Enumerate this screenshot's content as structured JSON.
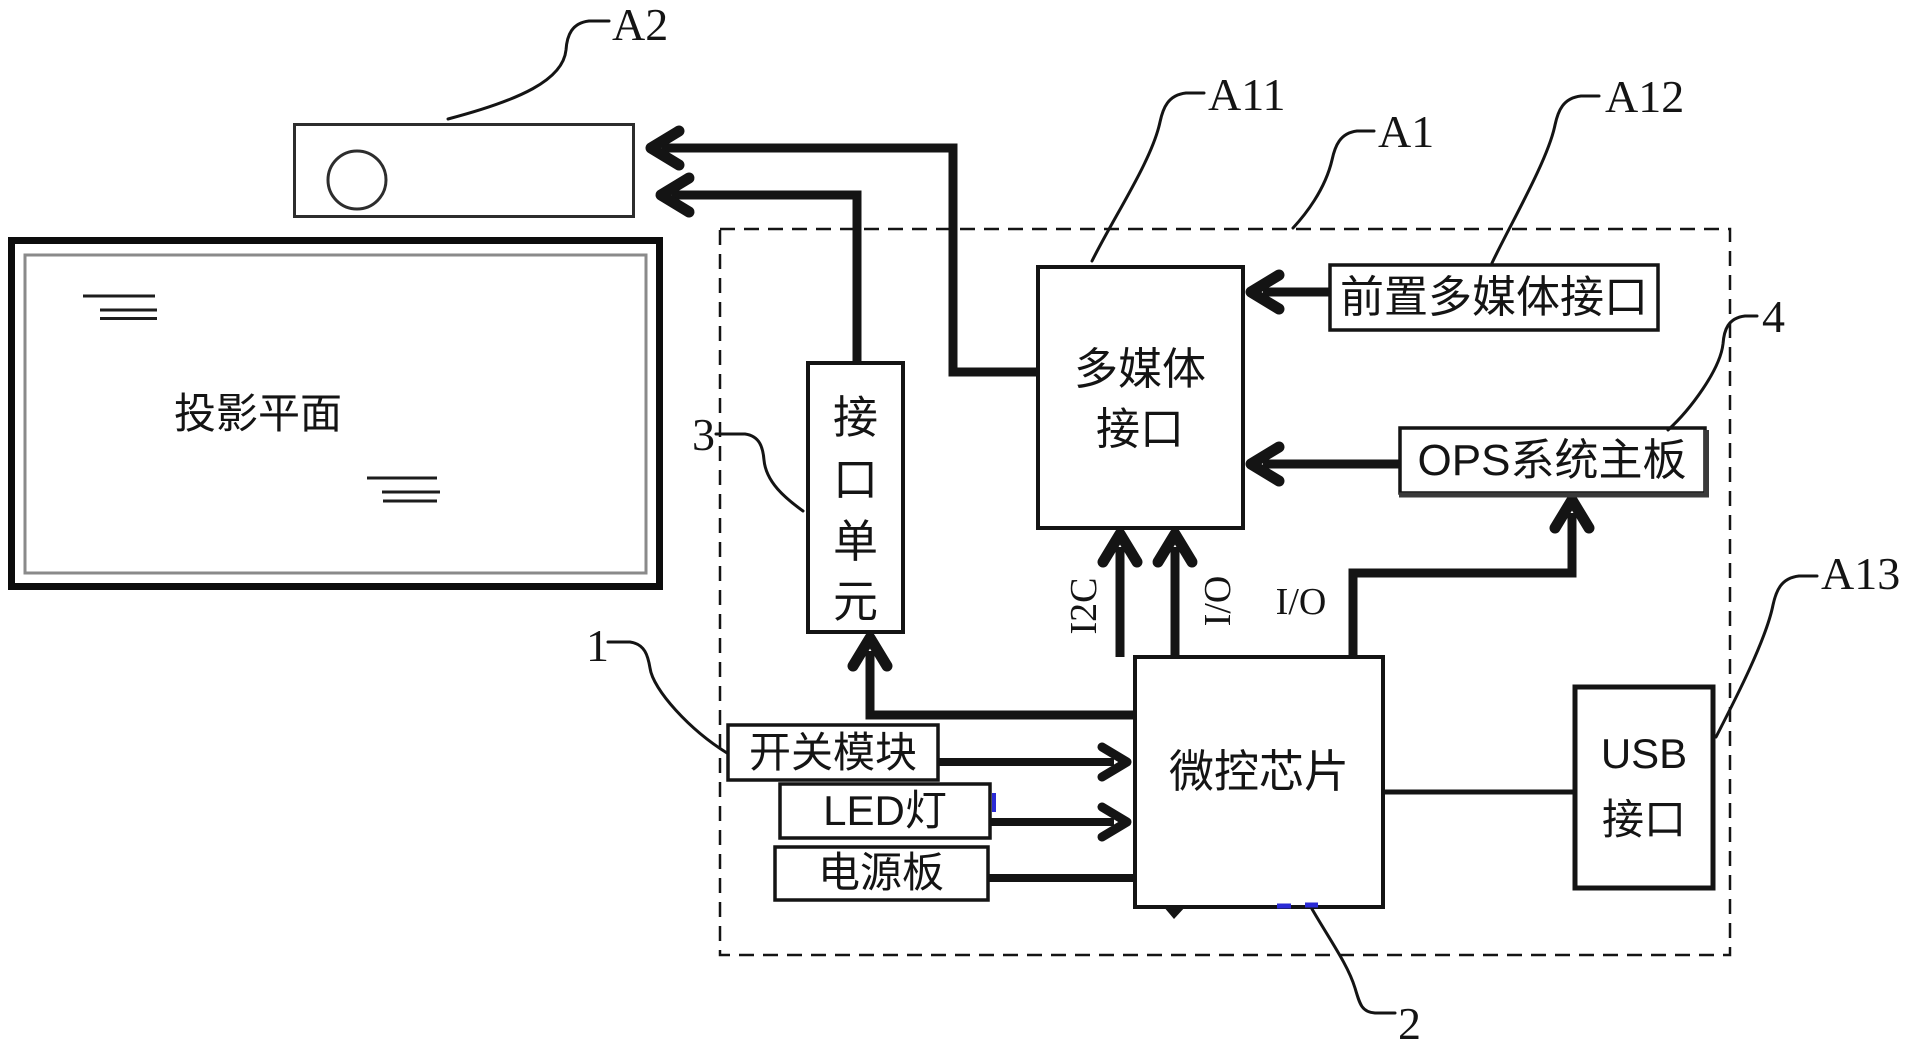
{
  "figure": {
    "colors": {
      "line": "#141414",
      "box_border": "#141414",
      "screen_inner": "#8a8a8a",
      "artifact_blue": "#2b2bd6",
      "box_fill": "#ffffff",
      "background": "#ffffff"
    },
    "screen": {
      "label": "投影平面"
    },
    "projector_ref": "A2",
    "group_ref": "1",
    "enclosure": {
      "ref": "A1"
    },
    "blocks": {
      "interface_unit": {
        "chars": [
          "接",
          "口",
          "单",
          "元"
        ],
        "ref": "3"
      },
      "multimedia_interface": {
        "line1": "多媒体",
        "line2": "接口",
        "ref": "A11"
      },
      "front_multimedia_interface": {
        "label": "前置多媒体接口",
        "ref": "A12"
      },
      "ops_board": {
        "label": "OPS系统主板",
        "ref": "4"
      },
      "mcu": {
        "label": "微控芯片",
        "ref": "2"
      },
      "switch_module": {
        "label": "开关模块"
      },
      "led_light": {
        "label": "LED灯"
      },
      "power_board": {
        "label": "电源板"
      },
      "usb_port": {
        "line1": "USB",
        "line2": "接口",
        "ref": "A13"
      }
    },
    "bus_labels": {
      "i2c": "I2C",
      "io_vertical": "I/O",
      "io_horizontal": "I/O"
    }
  }
}
